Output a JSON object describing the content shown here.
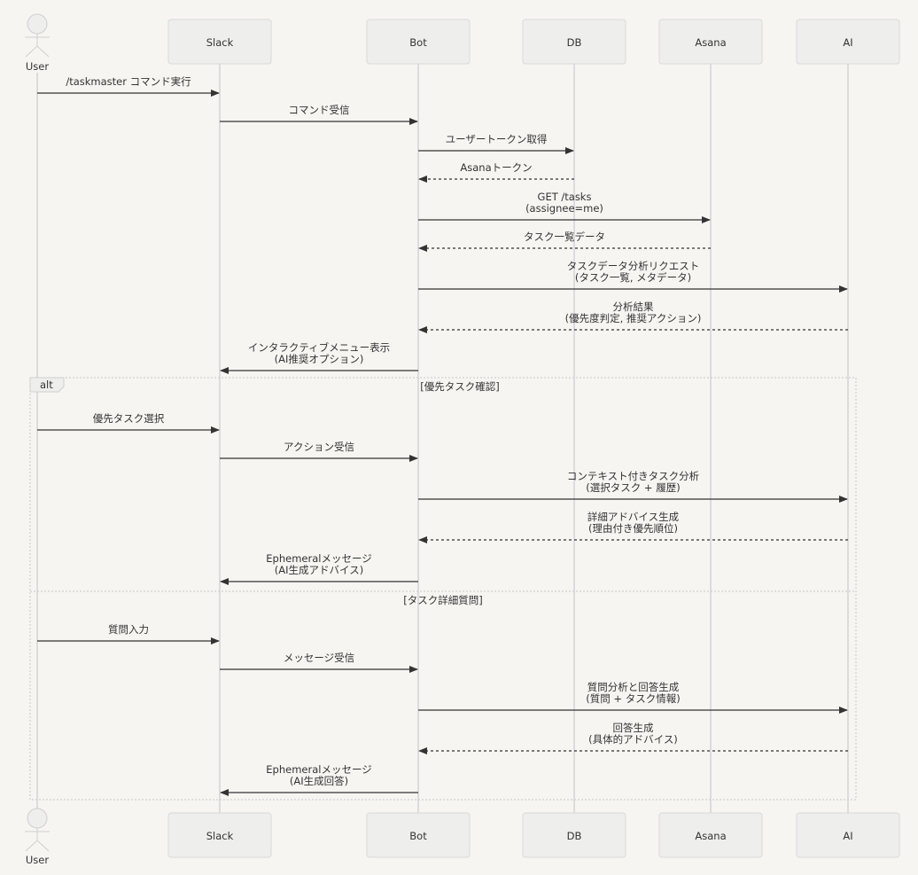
{
  "participants": [
    {
      "id": "user",
      "label": "User",
      "kind": "actor"
    },
    {
      "id": "slack",
      "label": "Slack",
      "kind": "box"
    },
    {
      "id": "bot",
      "label": "Bot",
      "kind": "box"
    },
    {
      "id": "db",
      "label": "DB",
      "kind": "box"
    },
    {
      "id": "asana",
      "label": "Asana",
      "kind": "box"
    },
    {
      "id": "ai",
      "label": "AI",
      "kind": "box"
    }
  ],
  "messages": [
    {
      "from": "user",
      "to": "slack",
      "type": "sync",
      "lines": [
        "/taskmaster コマンド実行"
      ]
    },
    {
      "from": "slack",
      "to": "bot",
      "type": "sync",
      "lines": [
        "コマンド受信"
      ]
    },
    {
      "from": "bot",
      "to": "db",
      "type": "sync",
      "lines": [
        "ユーザートークン取得"
      ]
    },
    {
      "from": "db",
      "to": "bot",
      "type": "reply",
      "lines": [
        "Asanaトークン"
      ]
    },
    {
      "from": "bot",
      "to": "asana",
      "type": "sync",
      "lines": [
        "GET /tasks",
        "(assignee=me)"
      ]
    },
    {
      "from": "asana",
      "to": "bot",
      "type": "reply",
      "lines": [
        "タスク一覧データ"
      ]
    },
    {
      "from": "bot",
      "to": "ai",
      "type": "sync",
      "lines": [
        "タスクデータ分析リクエスト",
        "(タスク一覧, メタデータ)"
      ]
    },
    {
      "from": "ai",
      "to": "bot",
      "type": "reply",
      "lines": [
        "分析結果",
        "(優先度判定, 推奨アクション)"
      ]
    },
    {
      "from": "bot",
      "to": "slack",
      "type": "sync",
      "lines": [
        "インタラクティブメニュー表示",
        "(AI推奨オプション)"
      ]
    },
    {
      "from": "user",
      "to": "slack",
      "type": "sync",
      "lines": [
        "優先タスク選択"
      ]
    },
    {
      "from": "slack",
      "to": "bot",
      "type": "sync",
      "lines": [
        "アクション受信"
      ]
    },
    {
      "from": "bot",
      "to": "ai",
      "type": "sync",
      "lines": [
        "コンテキスト付きタスク分析",
        "(選択タスク + 履歴)"
      ]
    },
    {
      "from": "ai",
      "to": "bot",
      "type": "reply",
      "lines": [
        "詳細アドバイス生成",
        "(理由付き優先順位)"
      ]
    },
    {
      "from": "bot",
      "to": "slack",
      "type": "sync",
      "lines": [
        "Ephemeralメッセージ",
        "(AI生成アドバイス)"
      ]
    },
    {
      "from": "user",
      "to": "slack",
      "type": "sync",
      "lines": [
        "質問入力"
      ]
    },
    {
      "from": "slack",
      "to": "bot",
      "type": "sync",
      "lines": [
        "メッセージ受信"
      ]
    },
    {
      "from": "bot",
      "to": "ai",
      "type": "sync",
      "lines": [
        "質問分析と回答生成",
        "(質問 + タスク情報)"
      ]
    },
    {
      "from": "ai",
      "to": "bot",
      "type": "reply",
      "lines": [
        "回答生成",
        "(具体的アドバイス)"
      ]
    },
    {
      "from": "bot",
      "to": "slack",
      "type": "sync",
      "lines": [
        "Ephemeralメッセージ",
        "(AI生成回答)"
      ]
    }
  ],
  "fragment": {
    "kind": "alt",
    "sections": [
      {
        "condition": "[優先タスク確認]"
      },
      {
        "condition": "[タスク詳細質問]"
      }
    ]
  },
  "colors": {
    "background": "#f6f5f2",
    "box": "#eeeeed",
    "line": "#333333",
    "lifeline": "#d4d4d4"
  }
}
